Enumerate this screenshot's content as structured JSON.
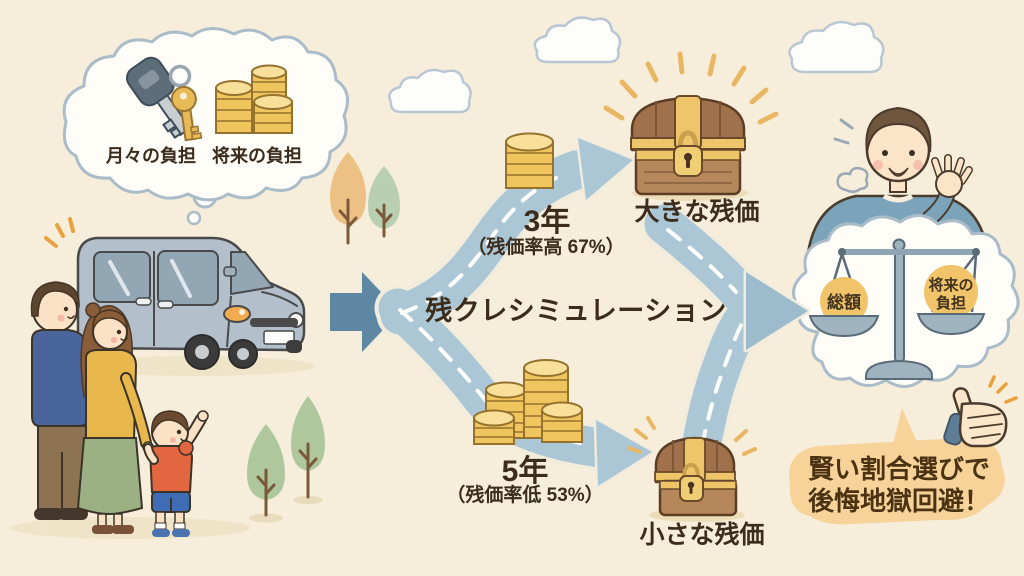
{
  "title": "残クレシミュレーション",
  "family_thought_bubble": {
    "items": [
      {
        "icon": "car-keys-icon",
        "label": "月々の負担"
      },
      {
        "icon": "coin-stacks-icon",
        "label": "将来の負担"
      }
    ]
  },
  "branch_top": {
    "duration": "3年",
    "note": "（残価率高 67%）",
    "outcome": "大きな残価"
  },
  "branch_bottom": {
    "duration": "5年",
    "note": "（残価率低 53%）",
    "outcome": "小さな残価"
  },
  "balance_bubble": {
    "left_pan": "総額",
    "right_pan_line1": "将来の",
    "right_pan_line2": "負担"
  },
  "callout": {
    "line1": "賢い割合選びで",
    "line2": "後悔地獄回避！"
  },
  "colors": {
    "background": "#f6eedb",
    "road": "#abc6d4",
    "arrow_dark": "#5e87a3",
    "text_dark": "#3b2c1b",
    "coin_gold": "#f0c55e",
    "chest_wood": "#a2744b",
    "chest_trim": "#eec669",
    "callout_fill": "#f7d39a",
    "badge_fill": "#f2c469",
    "bubble_outline": "#a9bcc8"
  }
}
